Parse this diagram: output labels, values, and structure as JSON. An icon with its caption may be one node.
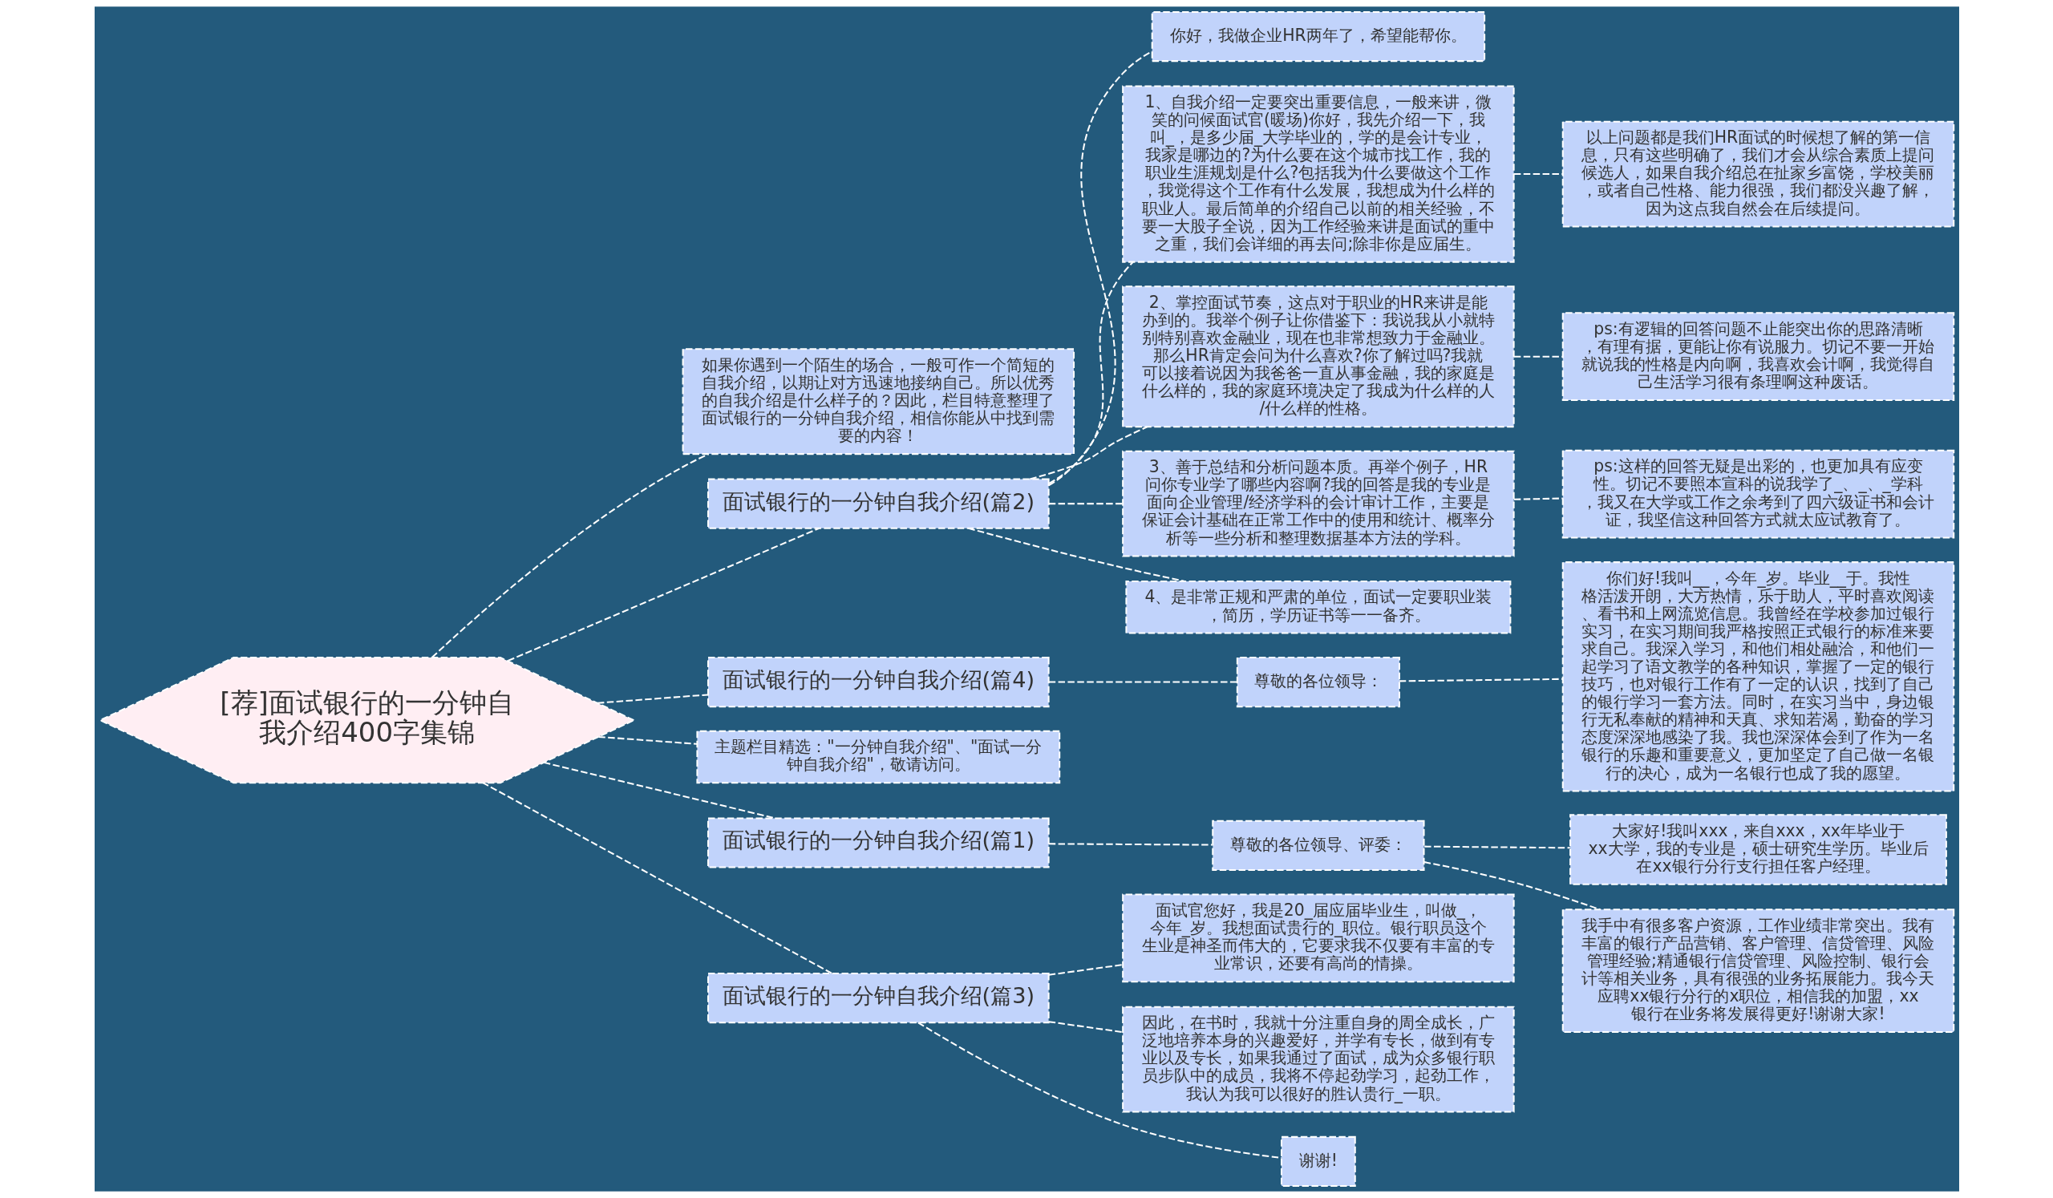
{
  "diagram": {
    "nodes": [
      {
        "text": [
          "[荐]面试银行的一分钟自我介绍400字集锦"
        ]
      },
      {
        "text": [
          "如果你遇到一个陌生的场合，一般可作一个简短的自我介绍，以期让对方迅速地接纳自己。所以优秀的自我介绍是什么样子的？因此，栏目特意整理了面试银行的一分钟自我介绍，相信你能从中找到需要的内容！"
        ]
      },
      {
        "text": [
          "面试银行的一分钟自我介绍(篇2)"
        ]
      },
      {
        "text": [
          "你好，我做企业HR两年了，希望能帮你。"
        ]
      },
      {
        "text": [
          "1、自我介绍一定要突出重要信息，一般来讲，微笑的问候面试官(暖场)你好，我先介绍一下，我叫_，是多少届_大学毕业的，学的是会计专业，我家是哪边的?为什么要在这个城市找工作，我的职业生涯规划是什么?包括我为什么要做这个工作，我觉得这个工作有什么发展，我想成为什么样的职业人。最后简单的介绍自己以前的相关经验，不要一大股子全说，因为工作经验来讲是面试的重中之重，我们会详细的再去问;除非你是应届生。"
        ]
      },
      {
        "text": [
          "以上问题都是我们HR面试的时候想了解的第一信息，只有这些明确了，我们才会从综合素质上提问候选人，如果自我介绍总在扯家乡富饶，学校美丽，或者自己性格、能力很强，我们都没兴趣了解，因为这点我自然会在后续提问。"
        ]
      },
      {
        "text": [
          "2、掌控面试节奏，这点对于职业的HR来讲是能办到的。我举个例子让你借鉴下：我说我从小就特别特别喜欢金融业，现在也非常想致力于金融业。那么HR肯定会问为什么喜欢?你了解过吗?我就可以接着说因为我爸爸一直从事金融，我的家庭是什么样的，我的家庭环境决定了我成为什么样的人/什么样的性格。"
        ]
      },
      {
        "text": [
          "ps:有逻辑的回答问题不止能突出你的思路清晰，有理有据，更能让你有说服力。切记不要一开始就说我的性格是内向啊，我喜欢会计啊，我觉得自己生活学习很有条理啊这种废话。"
        ]
      },
      {
        "text": [
          "3、善于总结和分析问题本质。再举个例子，HR问你专业学了哪些内容啊?我的回答是我的专业是面向企业管理/经济学科的会计审计工作，主要是保证会计基础在正常工作中的使用和统计、概率分析等一些分析和整理数据基本方法的学科。"
        ]
      },
      {
        "text": [
          "ps:这样的回答无疑是出彩的，也更加具有应变性。切记不要照本宣科的说我学了_、_、_学科，我又在大学或工作之余考到了四六级证书和会计证，我坚信这种回答方式就太应试教育了。"
        ]
      },
      {
        "text": [
          "4、是非常正规和严肃的单位，面试一定要职业装，简历，学历证书等一一备齐。"
        ]
      },
      {
        "text": [
          "面试银行的一分钟自我介绍(篇4)"
        ]
      },
      {
        "text": [
          "尊敬的各位领导："
        ]
      },
      {
        "text": [
          "你们好!我叫__，今年_岁。毕业__于。我性格活泼开朗，大方热情，乐于助人，平时喜欢阅读、看书和上网流览信息。我曾经在学校参加过银行实习，在实习期间我严格按照正式银行的标准来要求自己。我深入学习，和他们相处融洽，和他们一起学习了语文教学的各种知识，掌握了一定的银行技巧，也对银行工作有了一定的认识，找到了自己的银行学习一套方法。同时，在实习当中，身边银行无私奉献的精神和天真、求知若渴，勤奋的学习态度深深地感染了我。我也深深体会到了作为一名银行的乐趣和重要意义，更加坚定了自己做一名银行的决心，成为一名银行也成了我的愿望。"
        ]
      },
      {
        "text": [
          "主题栏目精选：\"一分钟自我介绍\"、\"面试一分钟自我介绍\"，敬请访问。"
        ]
      },
      {
        "text": [
          "面试银行的一分钟自我介绍(篇1)"
        ]
      },
      {
        "text": [
          "尊敬的各位领导、评委："
        ]
      },
      {
        "text": [
          "大家好!我叫xxx，来自xxx，xx年毕业于xx大学，我的专业是，硕士研究生学历。毕业后在xx银行分行支行担任客户经理。"
        ]
      },
      {
        "text": [
          "我手中有很多客户资源，工作业绩非常突出。我有丰富的银行产品营销、客户管理、信贷管理、风险管理经验;精通银行信贷管理、风险控制、银行会计等相关业务，具有很强的业务拓展能力。我今天应聘xx银行分行的x职位，相信我的加盟，xx银行在业务将发展得更好!谢谢大家!"
        ]
      },
      {
        "text": [
          "面试银行的一分钟自我介绍(篇3)"
        ]
      },
      {
        "text": [
          "面试官您好，我是20_届应届毕业生，叫做_，今年_岁。我想面试贵行的_职位。银行职员这个生业是神圣而伟大的，它要求我不仅要有丰富的专业常识，还要有高尚的情操。"
        ]
      },
      {
        "text": [
          "因此，在书时，我就十分注重自身的周全成长，广泛地培养本身的兴趣爱好，并学有专长，做到有专业以及专长，如果我通过了面试，成为众多银行职员步队中的成员，我将不停起劲学习，起劲工作，我认为我可以很好的胜认贵行_一职。"
        ]
      },
      {
        "text": [
          "谢谢!"
        ]
      }
    ],
    "edges": [
      {
        "from": 0,
        "to": 1,
        "arrow": "none",
        "style": "dashed"
      },
      {
        "from": 0,
        "to": 2,
        "arrow": "none",
        "style": "dashed"
      },
      {
        "from": 2,
        "to": 3,
        "arrow": "none",
        "style": "dashed"
      },
      {
        "from": 2,
        "to": 4,
        "arrow": "none",
        "style": "dashed"
      },
      {
        "from": 4,
        "to": 5,
        "arrow": "none",
        "style": "dashed"
      },
      {
        "from": 2,
        "to": 6,
        "arrow": "none",
        "style": "dashed"
      },
      {
        "from": 6,
        "to": 7,
        "arrow": "none",
        "style": "dashed"
      },
      {
        "from": 2,
        "to": 8,
        "arrow": "none",
        "style": "dashed"
      },
      {
        "from": 8,
        "to": 9,
        "arrow": "none",
        "style": "dashed"
      },
      {
        "from": 2,
        "to": 10,
        "arrow": "none",
        "style": "dashed"
      },
      {
        "from": 0,
        "to": 11,
        "arrow": "none",
        "style": "dashed"
      },
      {
        "from": 11,
        "to": 12,
        "arrow": "none",
        "style": "dashed"
      },
      {
        "from": 12,
        "to": 13,
        "arrow": "none",
        "style": "dashed"
      },
      {
        "from": 0,
        "to": 14,
        "arrow": "none",
        "style": "dashed"
      },
      {
        "from": 0,
        "to": 15,
        "arrow": "none",
        "style": "dashed"
      },
      {
        "from": 15,
        "to": 16,
        "arrow": "none",
        "style": "dashed"
      },
      {
        "from": 16,
        "to": 17,
        "arrow": "none",
        "style": "dashed"
      },
      {
        "from": 16,
        "to": 18,
        "arrow": "none",
        "style": "dashed"
      },
      {
        "from": 0,
        "to": 19,
        "arrow": "none",
        "style": "dashed"
      },
      {
        "from": 19,
        "to": 20,
        "arrow": "none",
        "style": "dashed"
      },
      {
        "from": 19,
        "to": 21,
        "arrow": "none",
        "style": "dashed"
      },
      {
        "from": 19,
        "to": 22,
        "arrow": "none",
        "style": "dashed"
      }
    ]
  }
}
